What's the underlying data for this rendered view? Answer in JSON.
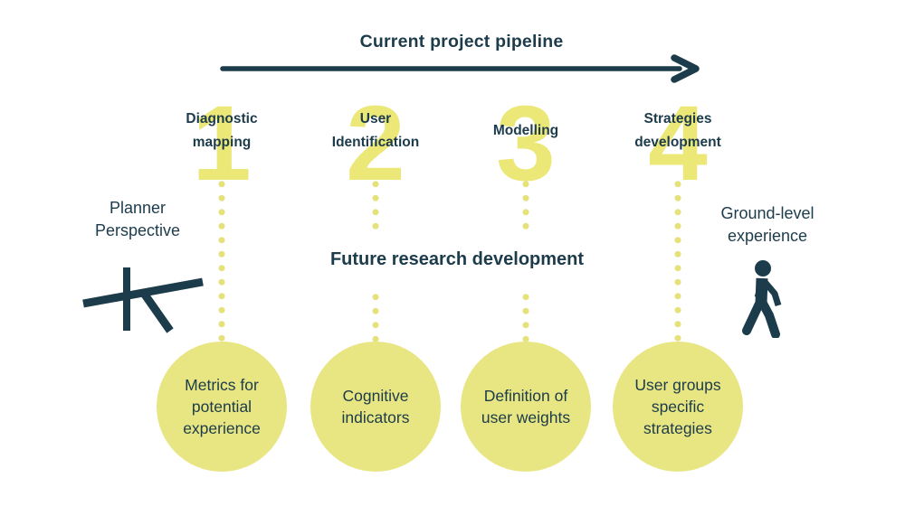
{
  "colors": {
    "navy": "#1c3b4b",
    "yellow_number": "#ece878",
    "yellow_dot": "#e6e27b",
    "yellow_circle": "#e8e682",
    "background": "#ffffff"
  },
  "header": {
    "title": "Current project pipeline",
    "arrow_icon": "right-arrow-icon"
  },
  "mid_title": "Future research development",
  "stages": [
    {
      "number": "1",
      "label": "Diagnostic\nmapping",
      "circle": "Metrics for\npotential\nexperience"
    },
    {
      "number": "2",
      "label": "User\nIdentification",
      "circle": "Cognitive\nindicators"
    },
    {
      "number": "3",
      "label": "Modelling",
      "circle": "Definition of\nuser weights"
    },
    {
      "number": "4",
      "label": "Strategies\ndevelopment",
      "circle": "User groups\nspecific\nstrategies"
    }
  ],
  "left_perspective": {
    "label": "Planner\nPerspective",
    "icon": "seesaw-icon"
  },
  "right_perspective": {
    "label": "Ground-level\nexperience",
    "icon": "walking-person-icon"
  }
}
